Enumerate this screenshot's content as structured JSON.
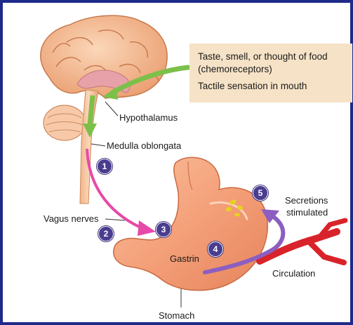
{
  "frame": {
    "border_color": "#1f2a8a"
  },
  "info_box": {
    "background": "#f6e2c6",
    "line1": "Taste, smell, or thought of food",
    "line2": "(chemoreceptors)",
    "line3": "Tactile sensation in mouth"
  },
  "labels": {
    "hypothalamus": "Hypothalamus",
    "medulla": "Medulla oblongata",
    "vagus": "Vagus nerves",
    "gastrin": "Gastrin",
    "secretions_line1": "Secretions",
    "secretions_line2": "stimulated",
    "circulation": "Circulation",
    "stomach": "Stomach"
  },
  "steps": [
    "1",
    "2",
    "3",
    "4",
    "5"
  ],
  "colors": {
    "brain": "#f2b48a",
    "cerebellum": "#f7c9a8",
    "stomach": "#f4a079",
    "green_arrow": "#7cc04a",
    "pink_arrow": "#e64aa8",
    "purple_arrow": "#8c5ec0",
    "artery": "#d9232a",
    "step_circle": "#4a3d8f",
    "secretion_drops": "#e8d21e"
  }
}
